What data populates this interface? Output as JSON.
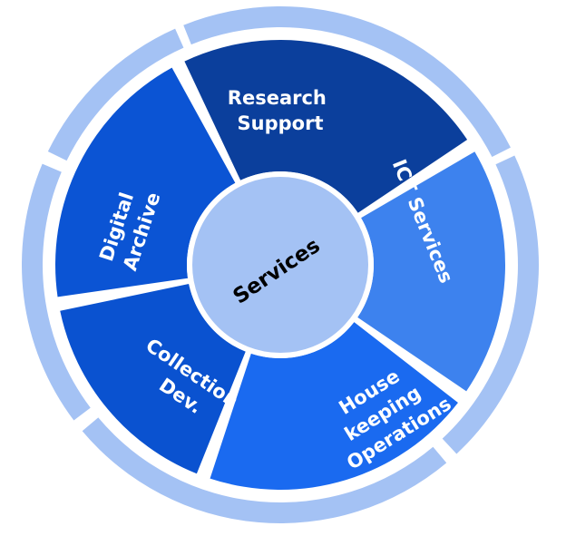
{
  "center": {
    "label": "Services",
    "color": "#a4c2f4"
  },
  "ring_color": "#a4c2f4",
  "segments": [
    {
      "label_lines": [
        "Research",
        "Support"
      ],
      "color": "#0b3f9c"
    },
    {
      "label_lines": [
        "ICT Services"
      ],
      "color": "#3d82ee"
    },
    {
      "label_lines": [
        "House",
        "keeping",
        "Operations"
      ],
      "color": "#1a6af0"
    },
    {
      "label_lines": [
        "Collection",
        "Dev."
      ],
      "color": "#0a52d0"
    },
    {
      "label_lines": [
        "Digital",
        "Archive"
      ],
      "color": "#0b54d4"
    }
  ]
}
